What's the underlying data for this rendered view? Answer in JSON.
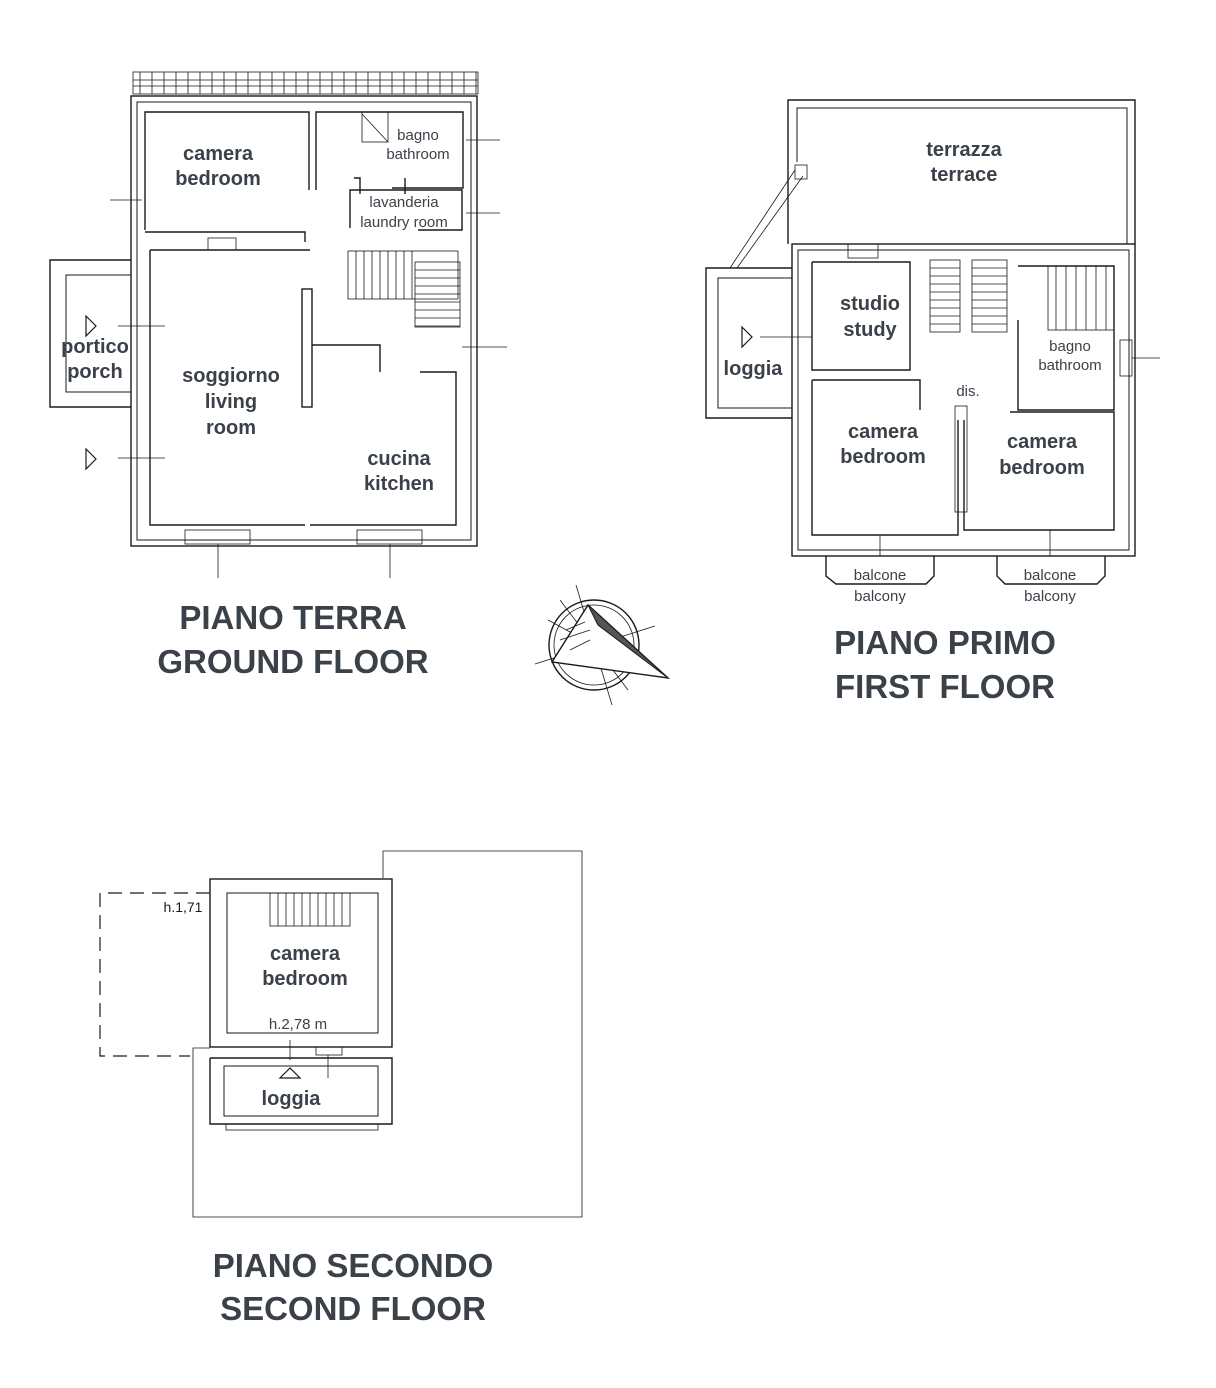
{
  "ground_floor": {
    "title_it": "PIANO TERRA",
    "title_en": "GROUND FLOOR",
    "rooms": {
      "bedroom_it": "camera",
      "bedroom_en": "bedroom",
      "bathroom_it": "bagno",
      "bathroom_en": "bathroom",
      "laundry_it": "lavanderia",
      "laundry_en": "laundry room",
      "porch_it": "portico",
      "porch_en": "porch",
      "living_it": "soggiorno",
      "living_en1": "living",
      "living_en2": "room",
      "kitchen_it": "cucina",
      "kitchen_en": "kitchen"
    }
  },
  "first_floor": {
    "title_it": "PIANO PRIMO",
    "title_en": "FIRST FLOOR",
    "rooms": {
      "terrace_it": "terrazza",
      "terrace_en": "terrace",
      "study_it": "studio",
      "study_en": "study",
      "loggia": "loggia",
      "bathroom_it": "bagno",
      "bathroom_en": "bathroom",
      "dis": "dis.",
      "bedroom1_it": "camera",
      "bedroom1_en": "bedroom",
      "bedroom2_it": "camera",
      "bedroom2_en": "bedroom",
      "balcony1_it": "balcone",
      "balcony1_en": "balcony",
      "balcony2_it": "balcone",
      "balcony2_en": "balcony"
    }
  },
  "second_floor": {
    "title_it": "PIANO SECONDO",
    "title_en": "SECOND FLOOR",
    "rooms": {
      "bedroom_it": "camera",
      "bedroom_en": "bedroom",
      "loggia": "loggia",
      "height_low": "h.1,71",
      "height_main": "h.2,78 m"
    }
  },
  "icons": [
    "compass-rose-icon",
    "entrance-arrow-icon"
  ]
}
